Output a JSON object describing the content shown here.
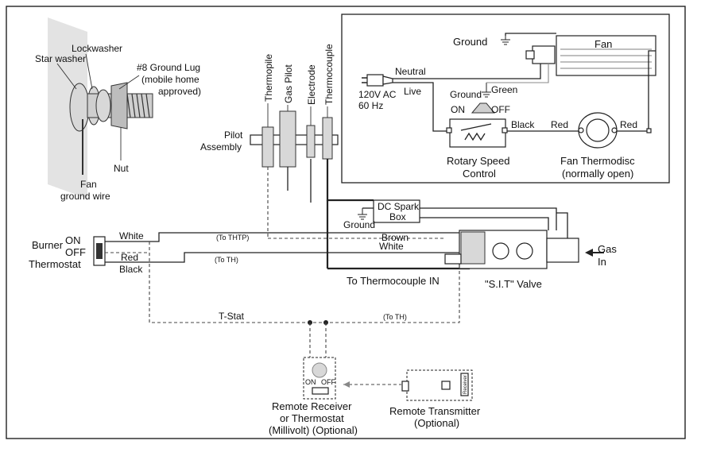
{
  "labels": {
    "star_washer": "Star washer",
    "lockwasher": "Lockwasher",
    "ground_lug_1": "#8 Ground Lug",
    "ground_lug_2": "(mobile home",
    "ground_lug_3": "approved)",
    "nut": "Nut",
    "fan_ground_1": "Fan",
    "fan_ground_2": "ground wire",
    "thermopile": "Thermopile",
    "gas_pilot": "Gas Pilot",
    "electrode": "Electrode",
    "thermocouple": "Thermocouple",
    "pilot_1": "Pilot",
    "pilot_2": "Assembly",
    "ground_box": "Ground",
    "fan": "Fan",
    "neutral": "Neutral",
    "live": "Live",
    "ac_1": "120V AC",
    "ac_2": "60 Hz",
    "ground_switch": "Ground",
    "green": "Green",
    "on": "ON",
    "off": "OFF",
    "black": "Black",
    "red_1": "Red",
    "red_2": "Red",
    "rotary_1": "Rotary Speed",
    "rotary_2": "Control",
    "thermodisc_1": "Fan Thermodisc",
    "thermodisc_2": "(normally open)",
    "spark_1": "DC Spark",
    "spark_2": "Box",
    "ground_spark": "Ground",
    "burner": "Burner",
    "on_sw": "ON",
    "off_sw": "OFF",
    "thermostat": "Thermostat",
    "white_wire": "White",
    "red_wire": "Red",
    "black_wire": "Black",
    "to_thtp": "(To THTP)",
    "to_th_1": "(To TH)",
    "brown": "Brown",
    "white_valve": "White",
    "gas_1": "Gas",
    "gas_2": "In",
    "to_thermocouple": "To Thermocouple IN",
    "sit_valve": "\"S.I.T\" Valve",
    "tstat": "T-Stat",
    "to_th_2": "(To TH)",
    "receiver_on": "ON",
    "receiver_off": "OFF",
    "receiver_1": "Remote Receiver",
    "receiver_2": "or Thermostat",
    "receiver_3": "(Millivolt) (Optional)",
    "transmitter_1": "Remote Transmitter",
    "transmitter_2": "(Optional)",
    "transmitter_tag": "Receiver"
  }
}
